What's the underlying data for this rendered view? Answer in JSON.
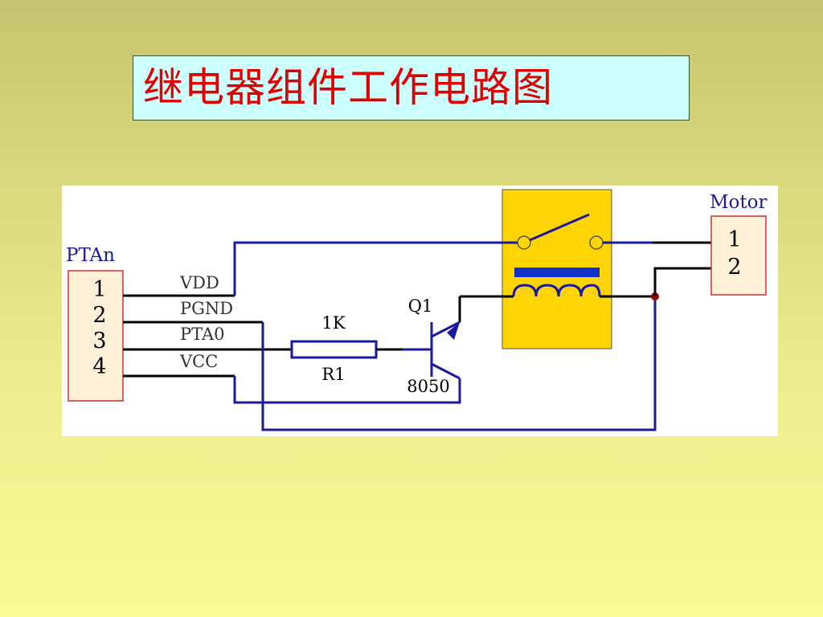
{
  "slide": {
    "title": "继电器组件工作电路图"
  },
  "schematic": {
    "header_label": "PTAn",
    "header_pins": [
      "1",
      "2",
      "3",
      "4"
    ],
    "nets": [
      "VDD",
      "PGND",
      "PTA0",
      "VCC"
    ],
    "resistor": {
      "value": "1K",
      "designator": "R1"
    },
    "transistor": {
      "designator": "Q1",
      "part": "8050"
    },
    "motor_label": "Motor",
    "motor_pins": [
      "1",
      "2"
    ],
    "colors": {
      "wire_black": "#000000",
      "wire_blue": "#1a1aa0",
      "label_blue": "#1a1aa0",
      "relay_fill": "#ffd400",
      "relay_coil_bar": "#1030c8",
      "header_fill": "#fff0d8",
      "header_border": "#c83030",
      "junction": "#a00000"
    }
  }
}
